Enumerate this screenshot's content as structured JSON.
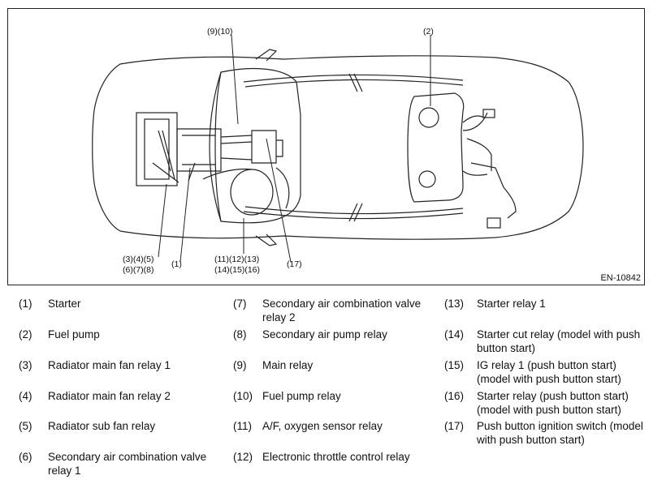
{
  "figure": {
    "id": "EN-10842",
    "callouts": {
      "c9_10": "(9)(10)",
      "c2": "(2)",
      "c3_5": "(3)(4)(5)",
      "c6_8": "(6)(7)(8)",
      "c1": "(1)",
      "c11_13": "(11)(12)(13)",
      "c14_16": "(14)(15)(16)",
      "c17": "(17)"
    }
  },
  "legend": [
    {
      "num": "(1)",
      "text": "Starter"
    },
    {
      "num": "(2)",
      "text": "Fuel pump"
    },
    {
      "num": "(3)",
      "text": "Radiator main fan relay 1"
    },
    {
      "num": "(4)",
      "text": "Radiator main fan relay 2"
    },
    {
      "num": "(5)",
      "text": "Radiator sub fan relay"
    },
    {
      "num": "(6)",
      "text": "Secondary air combination valve relay 1"
    },
    {
      "num": "(7)",
      "text": "Secondary air combination valve relay 2"
    },
    {
      "num": "(8)",
      "text": "Secondary air pump relay"
    },
    {
      "num": "(9)",
      "text": "Main relay"
    },
    {
      "num": "(10)",
      "text": "Fuel pump relay"
    },
    {
      "num": "(11)",
      "text": "A/F, oxygen sensor relay"
    },
    {
      "num": "(12)",
      "text": "Electronic throttle control relay"
    },
    {
      "num": "(13)",
      "text": "Starter relay 1"
    },
    {
      "num": "(14)",
      "text": "Starter cut relay (model with push button start)"
    },
    {
      "num": "(15)",
      "text": "IG relay 1 (push button start) (model with push button start)"
    },
    {
      "num": "(16)",
      "text": "Starter relay (push button start) (model with push button start)"
    },
    {
      "num": "(17)",
      "text": "Push button ignition switch (model with push button start)"
    }
  ]
}
